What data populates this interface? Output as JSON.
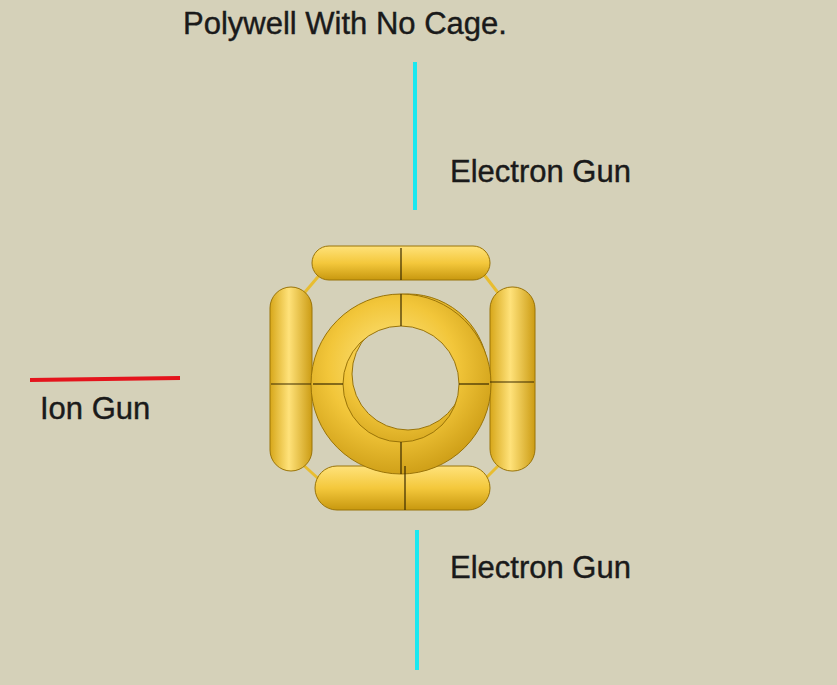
{
  "diagram": {
    "title": "Polywell With No Cage.",
    "labels": [
      "Electron Gun",
      "Ion Gun",
      "Electron Gun"
    ]
  }
}
